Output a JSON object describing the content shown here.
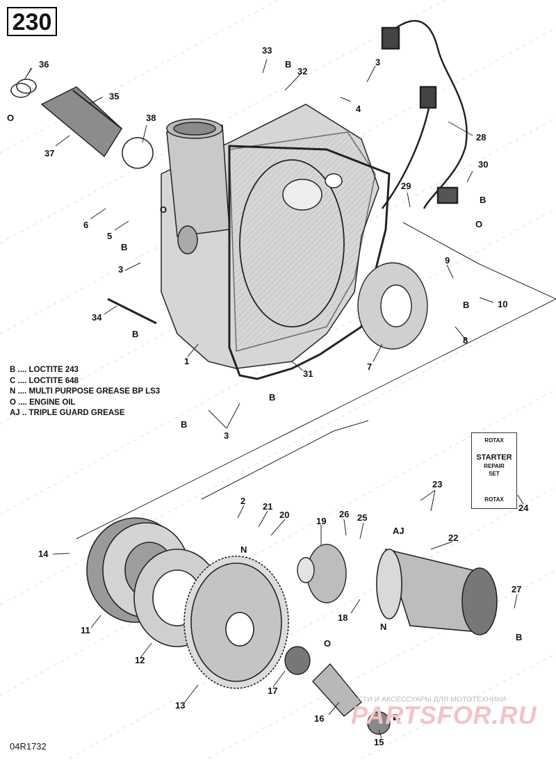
{
  "page_number": "230",
  "ref_code": "04R1732",
  "callouts": [
    "36",
    "33",
    "32",
    "3",
    "35",
    "B",
    "4",
    "O",
    "38",
    "37",
    "28",
    "30",
    "29",
    "B",
    "6",
    "O",
    "5",
    "B",
    "3",
    "O",
    "9",
    "B",
    "10",
    "34",
    "8",
    "B",
    "1",
    "31",
    "7",
    "3",
    "B",
    "B",
    "2",
    "21",
    "20",
    "23",
    "24",
    "19",
    "26",
    "25",
    "AJ",
    "22",
    "14",
    "N",
    "11",
    "18",
    "N",
    "27",
    "B",
    "12",
    "O",
    "17",
    "C",
    "13",
    "16",
    "15",
    "B"
  ],
  "legend": [
    {
      "code": "B",
      "text": "LOCTITE 243"
    },
    {
      "code": "C",
      "text": "LOCTITE 648"
    },
    {
      "code": "N",
      "text": "MULTI PURPOSE GREASE BP LS3"
    },
    {
      "code": "O",
      "text": "ENGINE OIL"
    },
    {
      "code": "AJ",
      "text": "TRIPLE GUARD GREASE"
    }
  ],
  "starter_kit": {
    "brand": "ROTAX",
    "title": "STARTER",
    "line2": "REPAIR",
    "line3": "SET"
  },
  "watermark": {
    "top": "ЗАПЧАСТИ И АКСЕССУАРЫ ДЛЯ МОТОТЕХНИКИ",
    "brand": "PARTSFOR.RU"
  }
}
